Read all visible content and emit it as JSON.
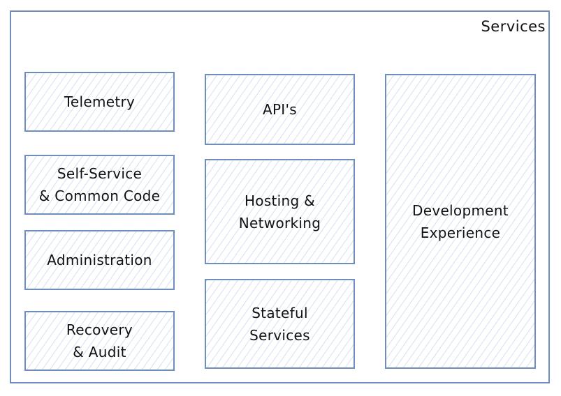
{
  "container": {
    "title": "Services"
  },
  "boxes": {
    "telemetry": "Telemetry",
    "self_service": "Self-Service\n& Common Code",
    "administration": "Administration",
    "recovery": "Recovery\n& Audit",
    "apis": "API's",
    "hosting": "Hosting &\nNetworking",
    "stateful": "Stateful\nServices",
    "development": "Development\nExperience"
  },
  "colors": {
    "border": "#6f8dbd",
    "hatch": "#a0bee6",
    "text": "#111111"
  }
}
